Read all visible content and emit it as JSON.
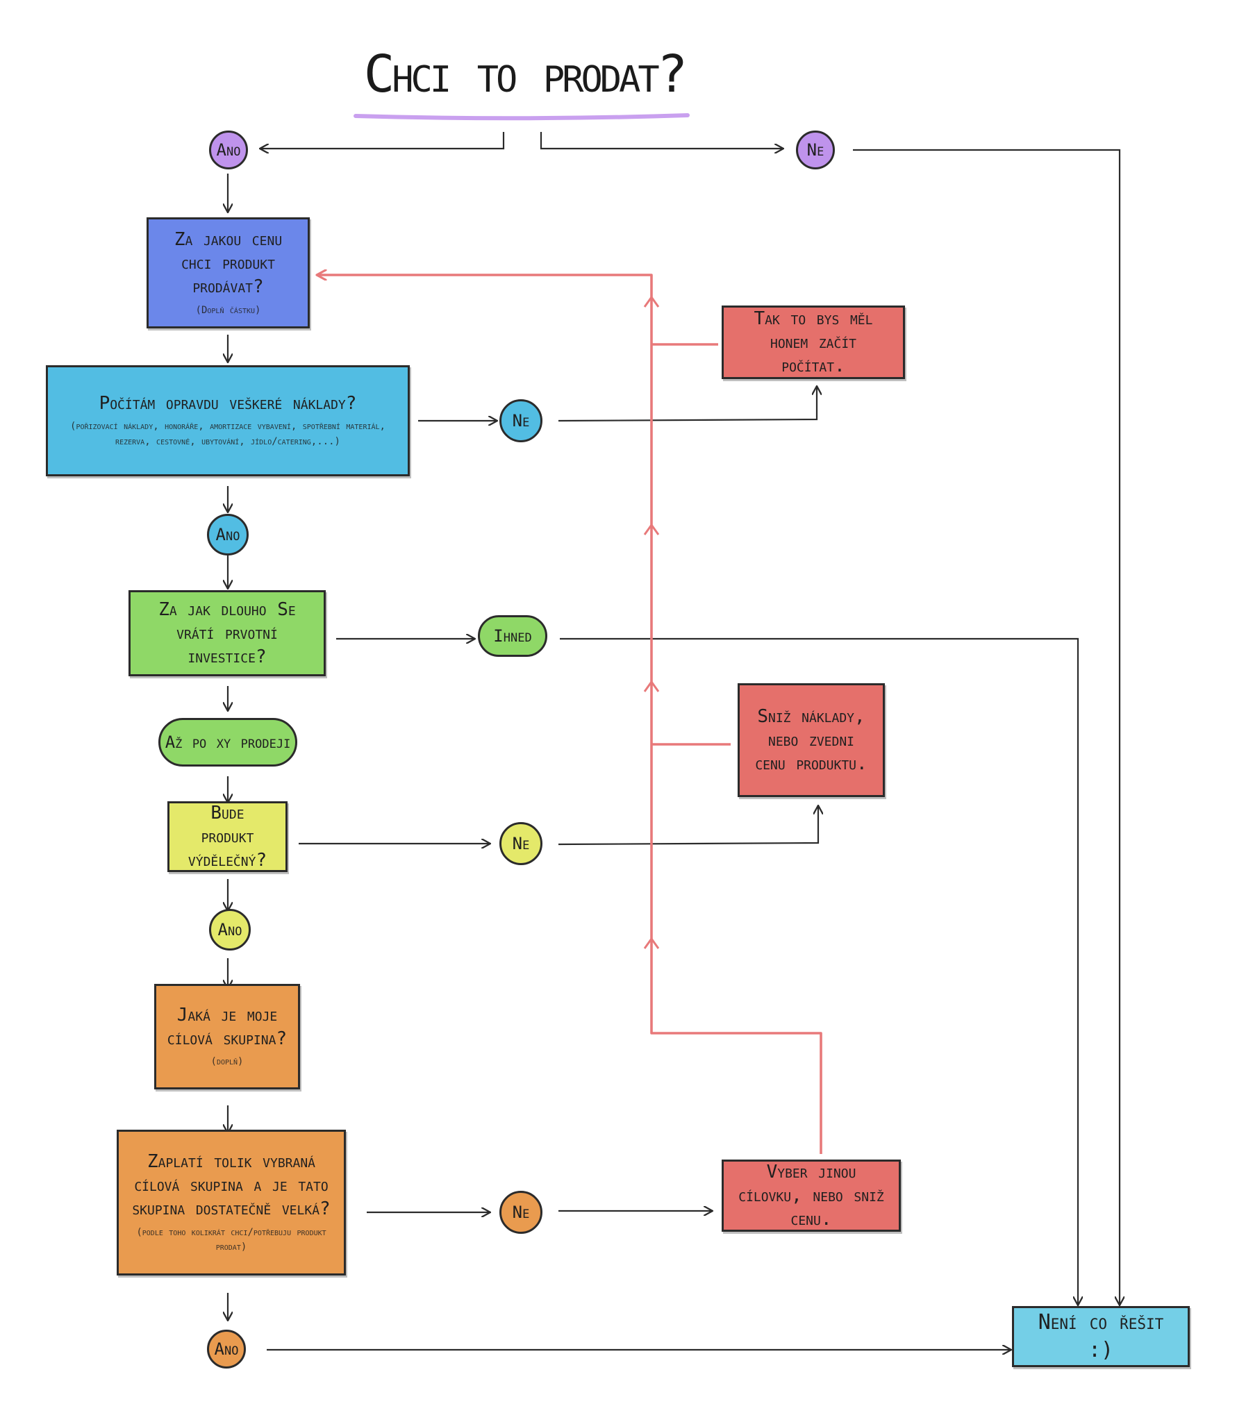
{
  "title": "Chci to prodat?",
  "colors": {
    "purple": "#bf93ec",
    "blue": "#6b87ea",
    "cyan": "#52bde3",
    "green": "#8fd867",
    "yellow": "#e4e96a",
    "orange": "#e99b4f",
    "red": "#e5706b",
    "final": "#74cfe7",
    "feedback_line": "#e8797a",
    "title_underline": "#c9a0ef"
  },
  "nodes": {
    "ano_1": "Ano",
    "ne_1": "Ne",
    "price": {
      "main": "Za jakou cenu chci produkt prodávat?",
      "sub": "(Doplň částku)"
    },
    "costs": {
      "main": "Počítám opravdu veškeré náklady?",
      "sub": "(pořizovací náklady, honoráře, amortizace vybavení, spotřební materiál, rezerva, cestovné, ubytování, jídlo/catering,...)"
    },
    "ne_2": "Ne",
    "start_counting": "Tak to bys měl honem začít počítat.",
    "ano_2": "Ano",
    "return": "Za jak dlouho Se vrátí prvotní investice?",
    "ihned": "Ihned",
    "after_sales": "Až po xy prodeji",
    "reduce_costs": "Sniž náklady, nebo zvedni cenu produktu.",
    "profitable": "Bude produkt výdělečný?",
    "ne_3": "Ne",
    "ano_3": "Ano",
    "target": {
      "main": "Jaká je moje cílová skupina?",
      "sub": "(doplň)"
    },
    "pay": {
      "main": "Zaplatí tolik vybraná cílová skupina a je tato skupina dostatečně velká?",
      "sub": "(podle toho kolikrát chci/potřebuju produkt prodat)"
    },
    "ne_4": "Ne",
    "choose_other": "Vyber jinou cílovku, nebo sniž cenu.",
    "ano_4": "Ano",
    "final": "Není co řešit :)"
  }
}
